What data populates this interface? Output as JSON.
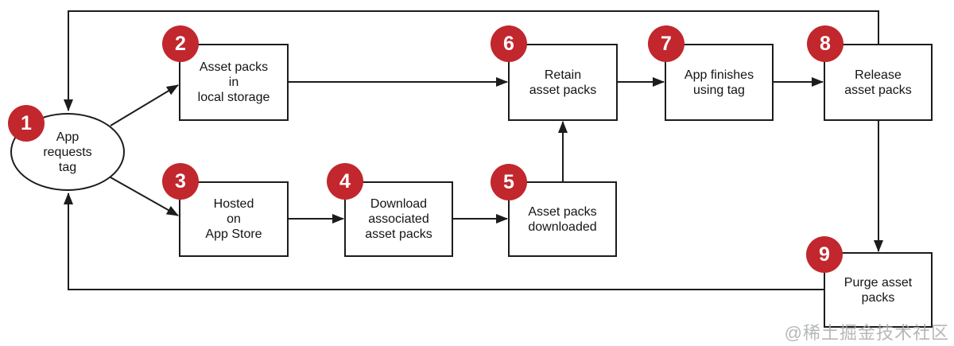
{
  "diagram": {
    "nodes": {
      "n1": {
        "number": "1",
        "label": "App\nrequests\ntag"
      },
      "n2": {
        "number": "2",
        "label": "Asset packs\nin\nlocal storage"
      },
      "n3": {
        "number": "3",
        "label": "Hosted\non\nApp Store"
      },
      "n4": {
        "number": "4",
        "label": "Download\nassociated\nasset packs"
      },
      "n5": {
        "number": "5",
        "label": "Asset packs\ndownloaded"
      },
      "n6": {
        "number": "6",
        "label": "Retain\nasset packs"
      },
      "n7": {
        "number": "7",
        "label": "App finishes\nusing tag"
      },
      "n8": {
        "number": "8",
        "label": "Release\nasset packs"
      },
      "n9": {
        "number": "9",
        "label": "Purge asset\npacks"
      }
    },
    "colors": {
      "badge": "#c1272d",
      "line": "#1c1c1c",
      "background": "#ffffff"
    },
    "watermark": "@稀土掘金技术社区"
  }
}
